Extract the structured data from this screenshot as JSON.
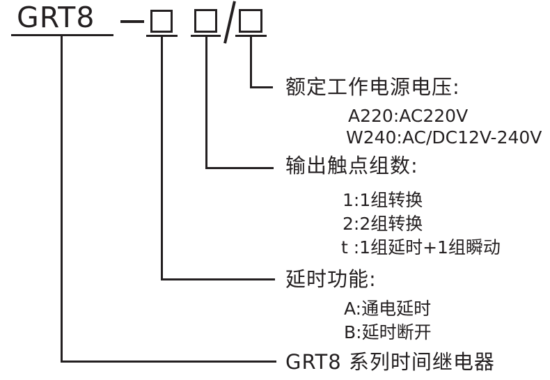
{
  "model_code": {
    "series": "GRT8",
    "dash": "—",
    "slash": "/",
    "placeholder_boxes": [
      "delay-function",
      "output-contacts",
      "voltage"
    ]
  },
  "legend": {
    "voltage": {
      "label": "额定工作电源电压:",
      "options": [
        "A220:AC220V",
        "W240:AC/DC12V-240V"
      ]
    },
    "contacts": {
      "label": "输出触点组数:",
      "options": [
        "1:1组转换",
        "2:2组转换",
        "t :1组延时+1组瞬动"
      ]
    },
    "delay": {
      "label": "延时功能:",
      "options": [
        "A:通电延时",
        "B:延时断开"
      ]
    },
    "series_name": {
      "label": "GRT8 系列时间继电器"
    }
  },
  "colors": {
    "ink": "#231f20",
    "background": "#ffffff"
  }
}
